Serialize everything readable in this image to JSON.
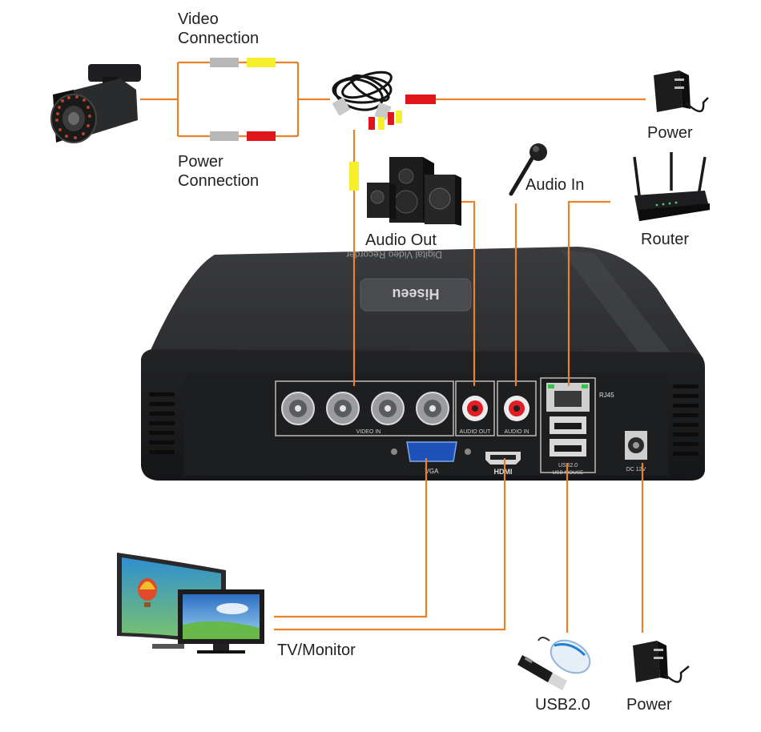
{
  "labels": {
    "video_connection": [
      "Video",
      "Connection"
    ],
    "power_connection": [
      "Power",
      "Connection"
    ],
    "power_top": "Power",
    "audio_out": "Audio Out",
    "audio_in": "Audio In",
    "router": "Router",
    "tv_monitor": "TV/Monitor",
    "usb": "USB2.0",
    "power_bottom": "Power"
  },
  "dvr": {
    "top_label": "Digital Video Recorder",
    "brand": "Hiseeu",
    "video_in": "VIDEO IN",
    "audio_out": "AUDIO OUT",
    "audio_in": "AUDIO IN",
    "rj45": "RJ45",
    "vga": "VGA",
    "hdmi": "HDMI",
    "usb_label_1": "USB2.0",
    "usb_label_2": "USB MOUSE",
    "dc_label": "DC 12V"
  },
  "colors": {
    "wire": "#e8832a",
    "plug_yellow": "#f5ee2a",
    "plug_red": "#e0141b",
    "plug_gray": "#b8b8b8",
    "dvr_body": "#2b2c2e"
  },
  "icons": [
    "camera-icon",
    "bnc-cable-icon",
    "power-adapter-icon",
    "speakers-icon",
    "microphone-icon",
    "router-icon",
    "monitor-icon",
    "usb-drive-icon",
    "mouse-icon"
  ]
}
